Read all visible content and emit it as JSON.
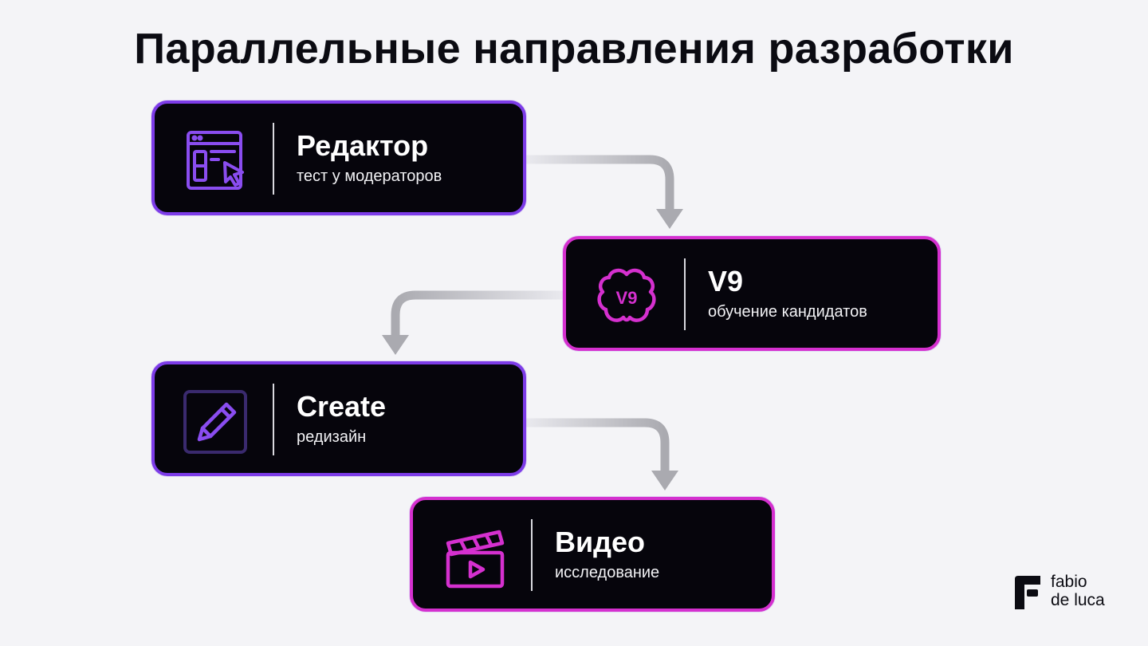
{
  "title": "Параллельные направления разработки",
  "cards": [
    {
      "name": "Редактор",
      "description": "тест у модераторов",
      "icon": "editor-window-cursor-icon",
      "accent": "#7d3ce8"
    },
    {
      "name": "V9",
      "description": "обучение кандидатов",
      "icon": "brain-v9-icon",
      "icon_text": "V9",
      "accent": "#d530cf"
    },
    {
      "name": "Create",
      "description": "редизайн",
      "icon": "pencil-square-icon",
      "accent": "#7d3ce8"
    },
    {
      "name": "Видео",
      "description": "исследование",
      "icon": "clapperboard-play-icon",
      "accent": "#d530cf"
    }
  ],
  "brand": {
    "line1": "fabio",
    "line2": "de luca"
  },
  "colors": {
    "background": "#f4f4f7",
    "card": "#06050c",
    "purple": "#7d3ce8",
    "magenta": "#d530cf",
    "connector": "#b5b5bb"
  }
}
